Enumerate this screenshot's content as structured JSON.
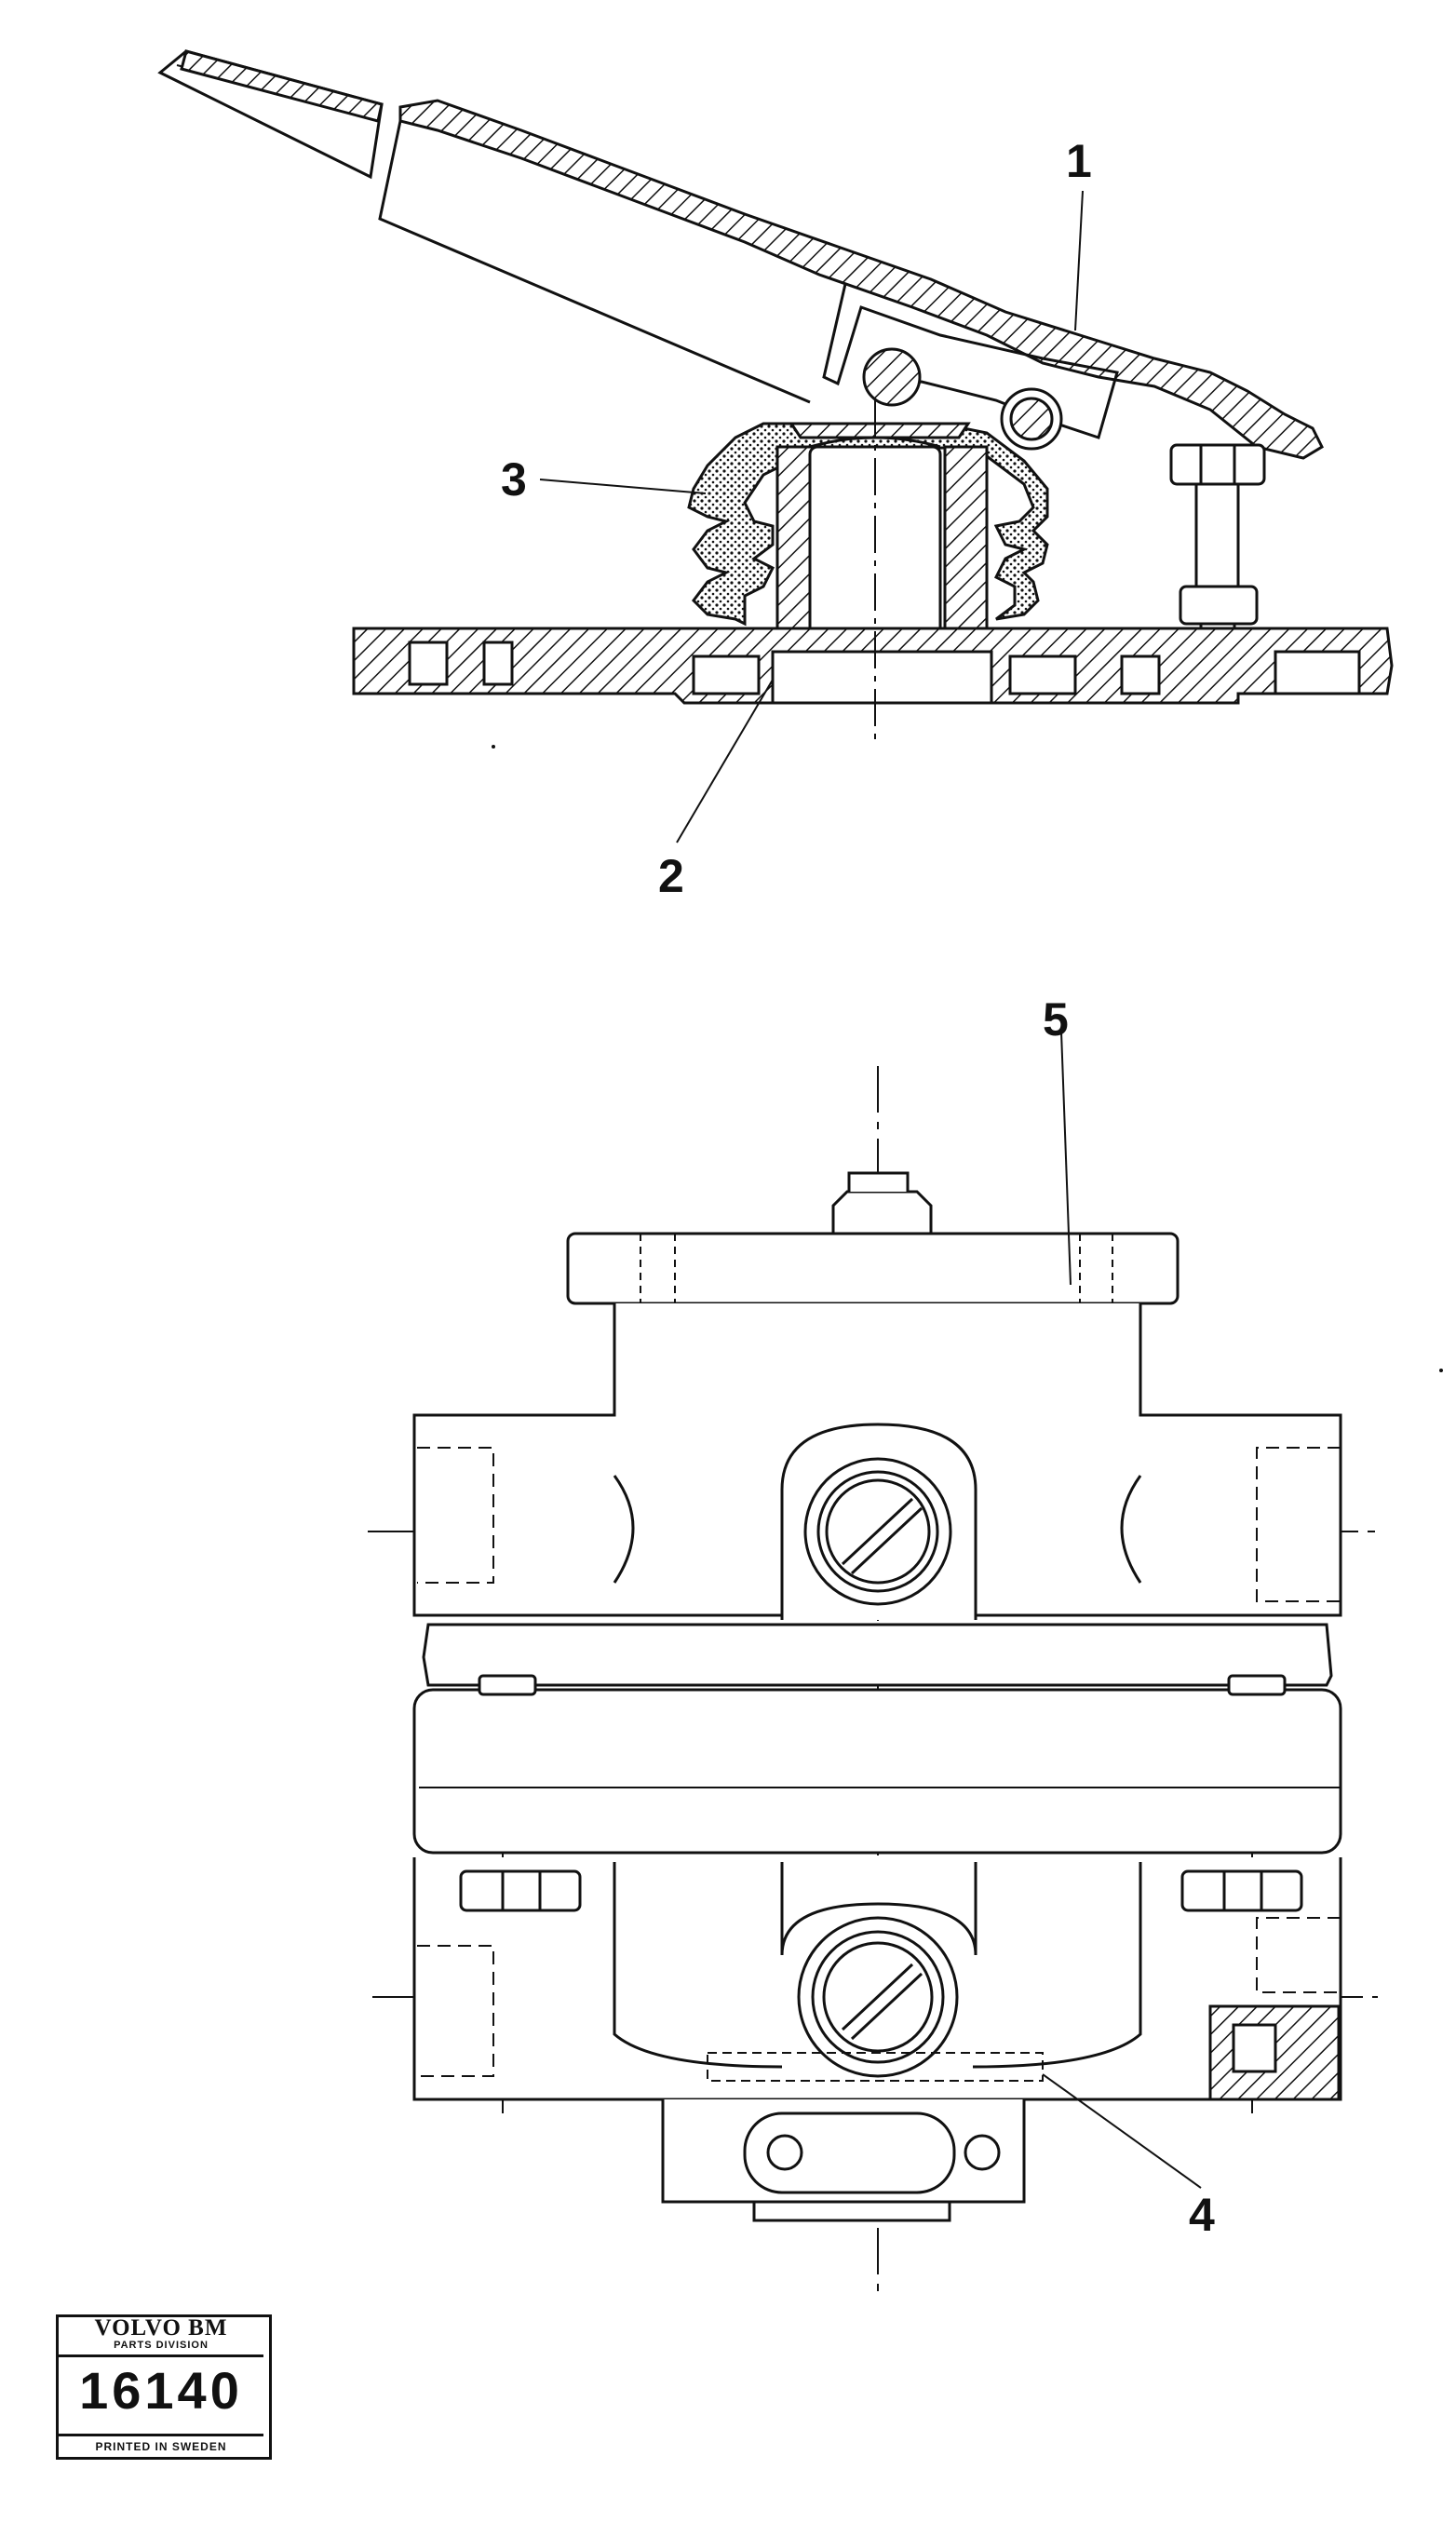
{
  "callouts": {
    "c1": "1",
    "c2": "2",
    "c3": "3",
    "c4": "4",
    "c5": "5"
  },
  "stamp": {
    "brand": "VOLVO BM",
    "division": "PARTS DIVISION",
    "number": "16140",
    "printed": "PRINTED IN SWEDEN"
  }
}
